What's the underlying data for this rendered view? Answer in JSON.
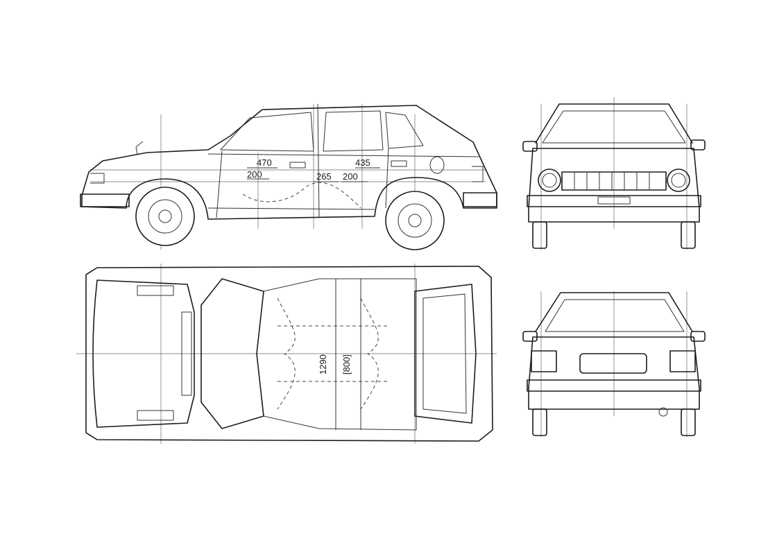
{
  "views": {
    "side": {
      "dimensions": [
        "470",
        "200",
        "435",
        "265",
        "200"
      ]
    },
    "top": {
      "dimensions": [
        "1290",
        "[800]"
      ]
    },
    "front": {},
    "rear": {}
  },
  "colors": {
    "line": "#1b1b1b",
    "background": "#ffffff"
  }
}
